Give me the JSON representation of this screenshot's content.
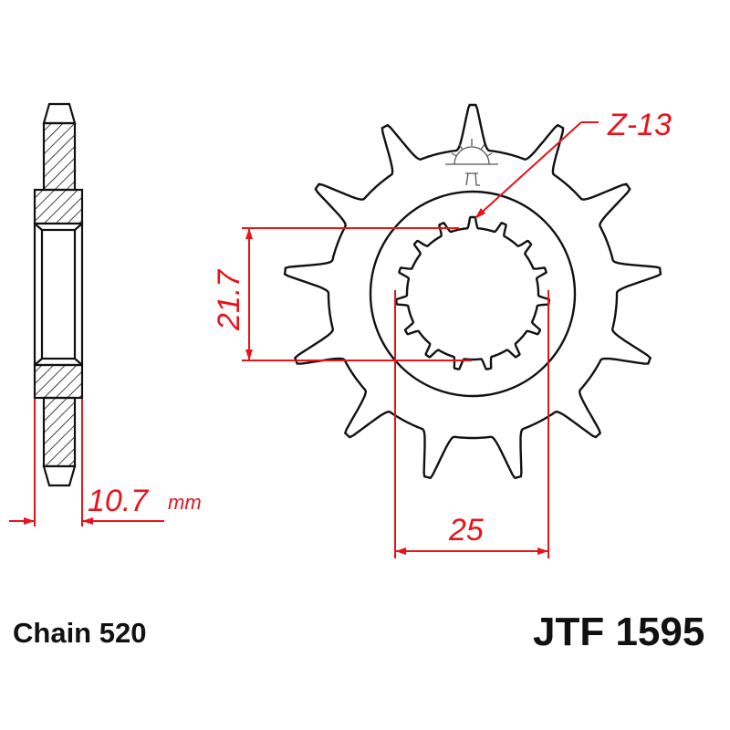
{
  "dimensions": {
    "teeth": "Z-13",
    "bore_height": "21.7",
    "spline_width": "25",
    "thickness": "10.7",
    "thickness_unit": "mm"
  },
  "footer": {
    "chain": "Chain 520",
    "part_number": "JTF 1595"
  },
  "colors": {
    "dimension": "#e8131b",
    "outline": "#111111"
  }
}
